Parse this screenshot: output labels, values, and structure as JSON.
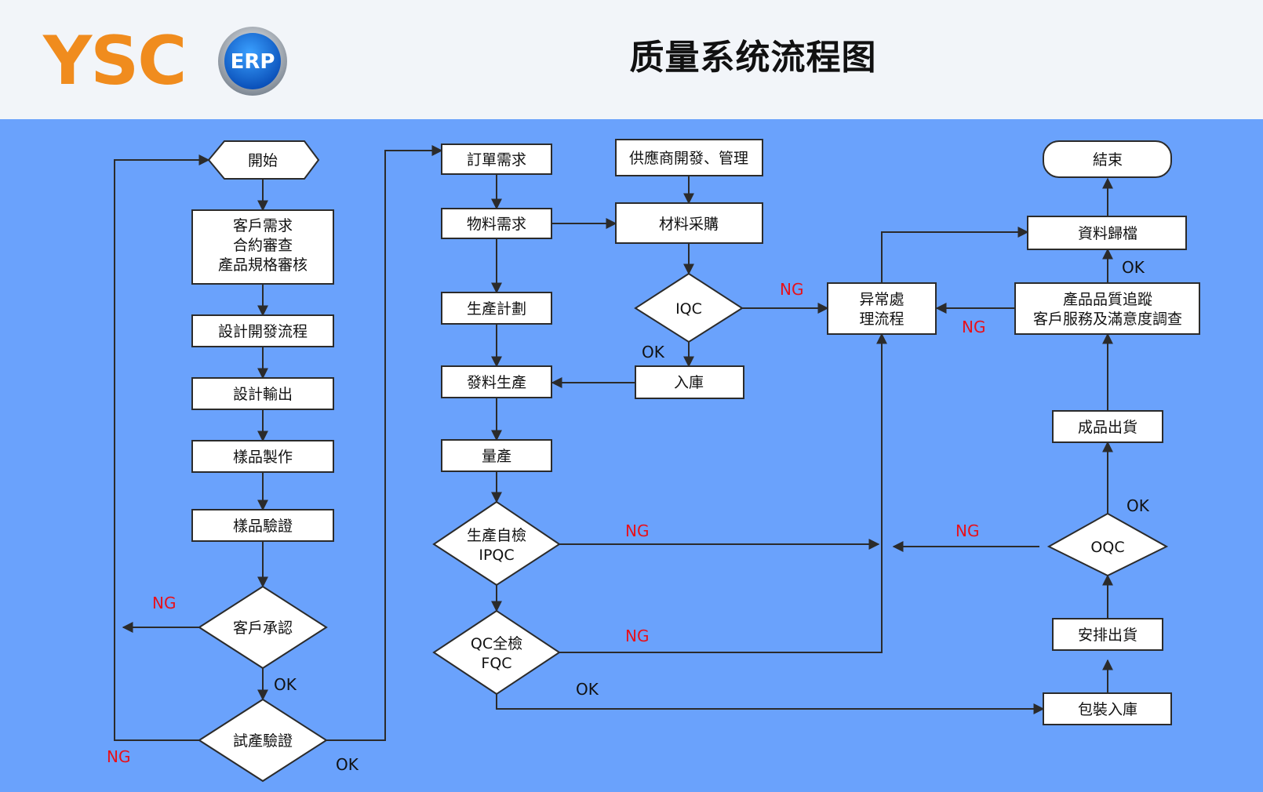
{
  "header": {
    "logo_text": "YSC",
    "badge_text": "ERP",
    "title": "质量系统流程图"
  },
  "colors": {
    "header_bg": "#f2f5f9",
    "canvas_bg": "#6aa2fc",
    "logo": "#f08c1e",
    "ng_label": "#e8101a",
    "node_fill": "#ffffff",
    "stroke": "#2b2b2b"
  },
  "nodes": {
    "start": "開始",
    "customer_needs": [
      "客戶需求",
      "合約審查",
      "產品規格審核"
    ],
    "design_dev": "設計開發流程",
    "design_output": "設計輸出",
    "sample_make": "樣品製作",
    "sample_verify": "樣品驗證",
    "customer_approval": "客戶承認",
    "trial_verify": "試產驗證",
    "order_demand": "訂單需求",
    "material_demand": "物料需求",
    "production_plan": "生產計劃",
    "issue_production": "發料生產",
    "mass_production": "量產",
    "ipqc": [
      "生產自檢",
      "IPQC"
    ],
    "fqc": [
      "QC全檢",
      "FQC"
    ],
    "supplier_mgmt": "供應商開發、管理",
    "material_purchase": "材料采購",
    "iqc": "IQC",
    "warehouse_in": "入庫",
    "exception": [
      "异常處",
      "理流程"
    ],
    "end": "結束",
    "archive": "資料歸檔",
    "tracking": [
      "產品品質追蹤",
      "客戶服務及滿意度調查"
    ],
    "shipment": "成品出貨",
    "oqc": "OQC",
    "arrange_ship": "安排出貨",
    "pack_in": "包裝入庫"
  },
  "edge_labels": {
    "ng_customer": "NG",
    "ok_customer": "OK",
    "ng_trial": "NG",
    "ok_trial": "OK",
    "ng_iqc": "NG",
    "ok_iqc": "OK",
    "ng_ipqc": "NG",
    "ng_fqc": "NG",
    "ok_fqc": "OK",
    "ng_oqc": "NG",
    "ok_oqc": "OK",
    "ng_tracking": "NG",
    "ok_tracking": "OK"
  }
}
